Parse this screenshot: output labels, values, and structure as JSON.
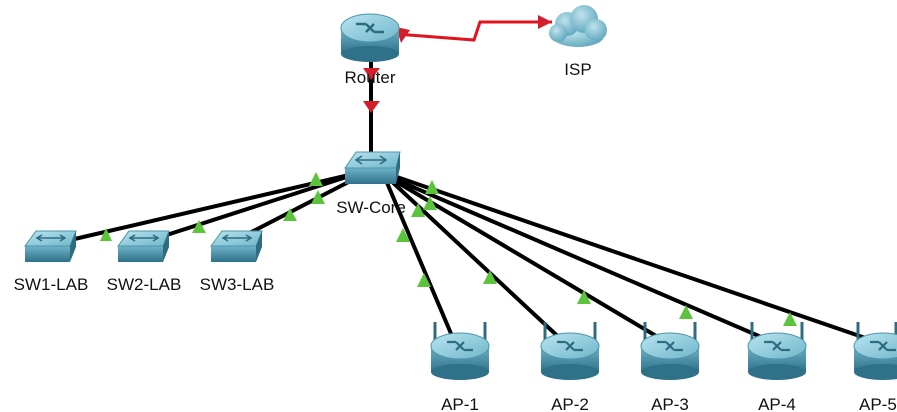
{
  "colors": {
    "serial_link": "#e0141e",
    "ethernet_link": "#000000",
    "link_up": "#5cc43c",
    "link_down": "#d31f2c",
    "device_body": "#4a90a8",
    "device_top": "#8ecbdc",
    "cloud": "#6fb4c8"
  },
  "devices": {
    "router": {
      "label": "Router",
      "icon": "router-icon"
    },
    "isp": {
      "label": "ISP",
      "icon": "cloud-icon"
    },
    "core": {
      "label": "SW-Core",
      "icon": "switch-icon"
    },
    "sw1": {
      "label": "SW1-LAB",
      "icon": "switch-icon"
    },
    "sw2": {
      "label": "SW2-LAB",
      "icon": "switch-icon"
    },
    "sw3": {
      "label": "SW3-LAB",
      "icon": "switch-icon"
    },
    "ap1": {
      "label": "AP-1",
      "icon": "access-point-icon"
    },
    "ap2": {
      "label": "AP-2",
      "icon": "access-point-icon"
    },
    "ap3": {
      "label": "AP-3",
      "icon": "access-point-icon"
    },
    "ap4": {
      "label": "AP-4",
      "icon": "access-point-icon"
    },
    "ap5": {
      "label": "AP-5",
      "icon": "access-point-icon"
    }
  }
}
